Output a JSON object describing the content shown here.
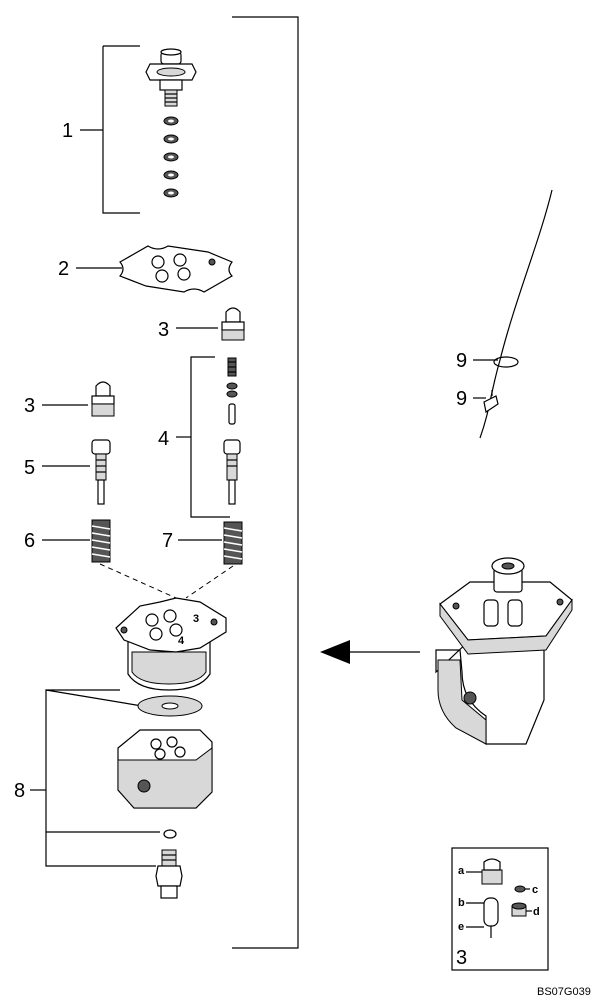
{
  "callouts": {
    "c1": "1",
    "c2": "2",
    "c3a": "3",
    "c3b": "3",
    "c4": "4",
    "c5": "5",
    "c6": "6",
    "c7": "7",
    "c8": "8",
    "c9a": "9",
    "c9b": "9"
  },
  "inset": {
    "number": "3",
    "a": "a",
    "b": "b",
    "c": "c",
    "d": "d",
    "e": "e"
  },
  "plate_numbers": {
    "n3": "3",
    "n4": "4"
  },
  "drawing_code": "BS07G039"
}
